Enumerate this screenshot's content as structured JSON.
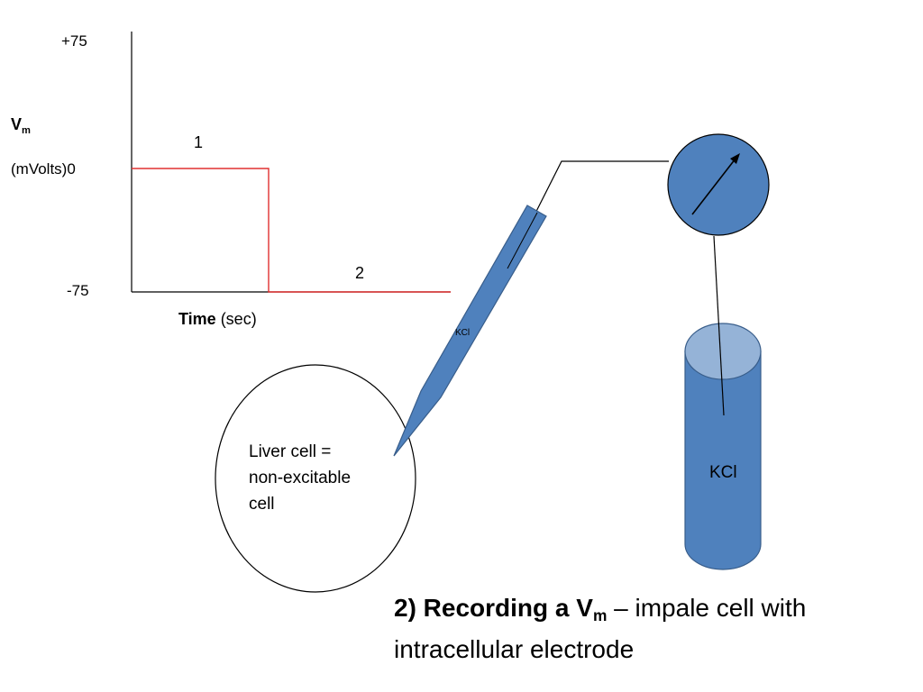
{
  "graph": {
    "y_ticks": [
      "+75",
      "0",
      "-75"
    ],
    "y_label": "V",
    "y_label_sub": "m",
    "y_unit": "(mVolts)",
    "x_label_bold": "Time",
    "x_label_rest": " (sec)",
    "segment_labels": [
      "1",
      "2"
    ],
    "trace_color": "#e03030"
  },
  "cell": {
    "label_line1": "Liver cell =",
    "label_line2": "non-excitable",
    "label_line3": "cell"
  },
  "electrode": {
    "label": "KCl",
    "fill_color": "#4f81bd"
  },
  "reservoir": {
    "label": "KCl",
    "top_color": "#95b3d7"
  },
  "caption": {
    "bold_part": "2) Recording a V",
    "bold_sub": "m",
    "rest": " – impale cell with intracellular electrode"
  }
}
